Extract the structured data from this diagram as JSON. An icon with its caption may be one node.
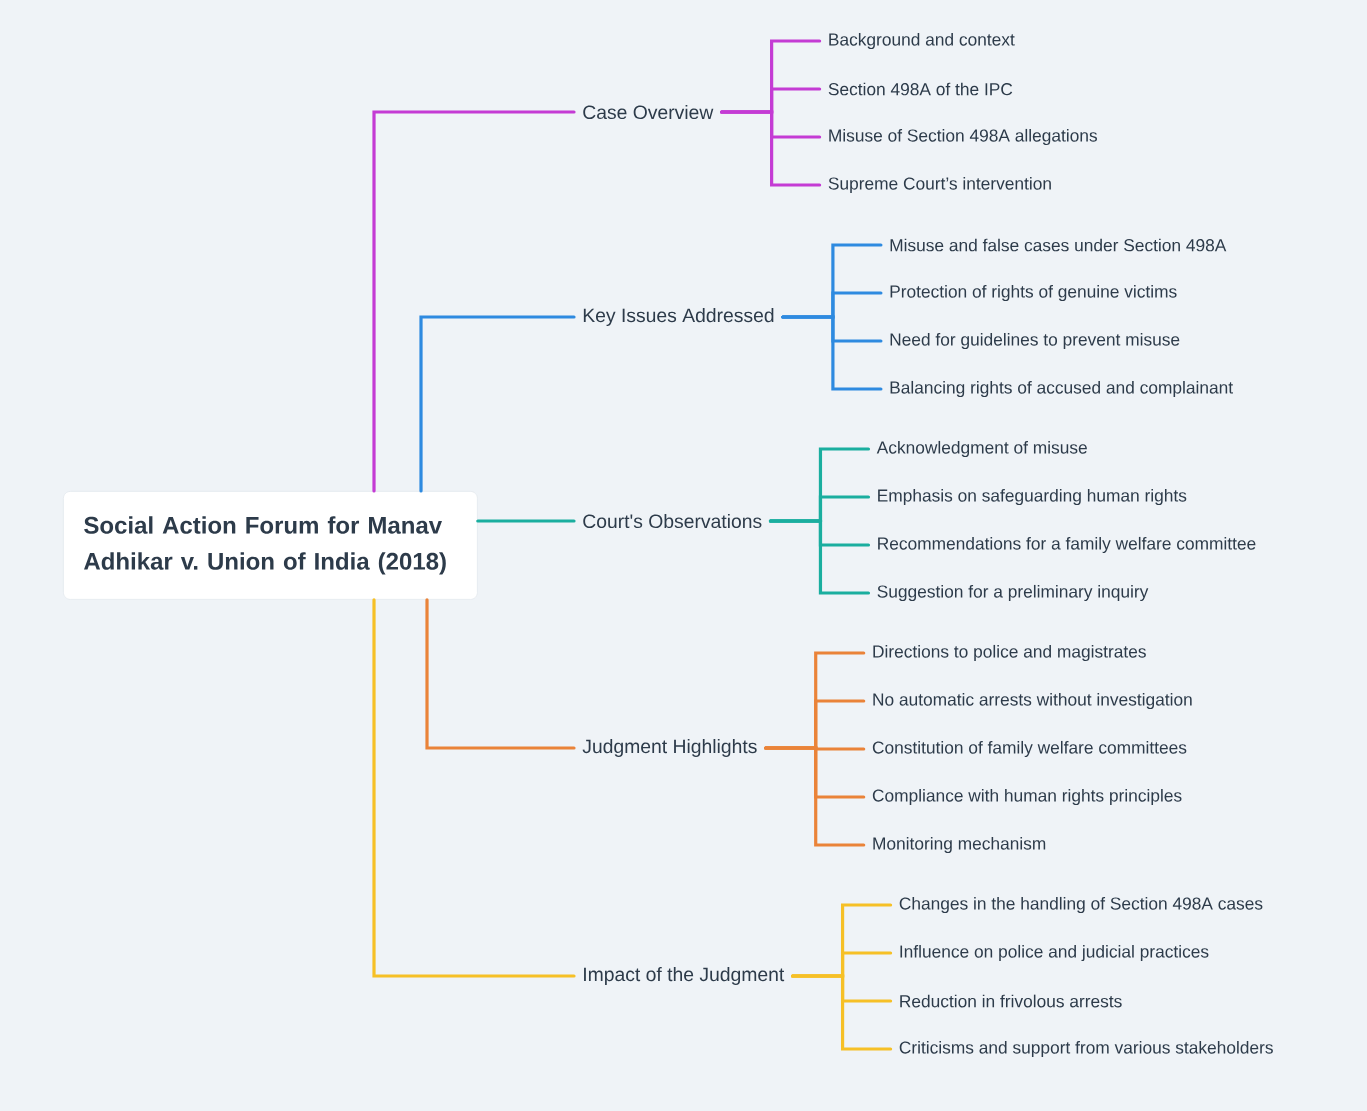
{
  "diagram": {
    "nodes": [
      {
        "text": [
          "Social Action Forum for Manav Adhikar v. Union of India (2018)"
        ]
      },
      {
        "text": [
          "Case Overview"
        ]
      },
      {
        "text": [
          "Background and context"
        ]
      },
      {
        "text": [
          "Section 498A of the IPC"
        ]
      },
      {
        "text": [
          "Misuse of Section 498A allegations"
        ]
      },
      {
        "text": [
          "Supreme Court’s intervention"
        ]
      },
      {
        "text": [
          "Key Issues Addressed"
        ]
      },
      {
        "text": [
          "Misuse and false cases under Section 498A"
        ]
      },
      {
        "text": [
          "Protection of rights of genuine victims"
        ]
      },
      {
        "text": [
          "Need for guidelines to prevent misuse"
        ]
      },
      {
        "text": [
          "Balancing rights of accused and complainant"
        ]
      },
      {
        "text": [
          "Court's Observations"
        ]
      },
      {
        "text": [
          "Acknowledgment of misuse"
        ]
      },
      {
        "text": [
          "Emphasis on safeguarding human rights"
        ]
      },
      {
        "text": [
          "Recommendations for a family welfare committee"
        ]
      },
      {
        "text": [
          "Suggestion for a preliminary inquiry"
        ]
      },
      {
        "text": [
          "Judgment Highlights"
        ]
      },
      {
        "text": [
          "Directions to police and magistrates"
        ]
      },
      {
        "text": [
          "No automatic arrests without investigation"
        ]
      },
      {
        "text": [
          "Constitution of family welfare committees"
        ]
      },
      {
        "text": [
          "Compliance with human rights principles"
        ]
      },
      {
        "text": [
          "Monitoring mechanism"
        ]
      },
      {
        "text": [
          "Impact of the Judgment"
        ]
      },
      {
        "text": [
          "Changes in the handling of Section 498A cases"
        ]
      },
      {
        "text": [
          "Influence on police and judicial practices"
        ]
      },
      {
        "text": [
          "Reduction in frivolous arrests"
        ]
      },
      {
        "text": [
          "Criticisms and support from various stakeholders"
        ]
      }
    ],
    "edges": [
      {
        "from": 0,
        "to": 1,
        "arrow": "none",
        "color": "#c43bd4"
      },
      {
        "from": 1,
        "to": 2,
        "arrow": "none",
        "color": "#c43bd4"
      },
      {
        "from": 1,
        "to": 3,
        "arrow": "none",
        "color": "#c43bd4"
      },
      {
        "from": 1,
        "to": 4,
        "arrow": "none",
        "color": "#c43bd4"
      },
      {
        "from": 1,
        "to": 5,
        "arrow": "none",
        "color": "#c43bd4"
      },
      {
        "from": 0,
        "to": 6,
        "arrow": "none",
        "color": "#2e8ae0"
      },
      {
        "from": 6,
        "to": 7,
        "arrow": "none",
        "color": "#2e8ae0"
      },
      {
        "from": 6,
        "to": 8,
        "arrow": "none",
        "color": "#2e8ae0"
      },
      {
        "from": 6,
        "to": 9,
        "arrow": "none",
        "color": "#2e8ae0"
      },
      {
        "from": 6,
        "to": 10,
        "arrow": "none",
        "color": "#2e8ae0"
      },
      {
        "from": 0,
        "to": 11,
        "arrow": "none",
        "color": "#1aae9f"
      },
      {
        "from": 11,
        "to": 12,
        "arrow": "none",
        "color": "#1aae9f"
      },
      {
        "from": 11,
        "to": 13,
        "arrow": "none",
        "color": "#1aae9f"
      },
      {
        "from": 11,
        "to": 14,
        "arrow": "none",
        "color": "#1aae9f"
      },
      {
        "from": 11,
        "to": 15,
        "arrow": "none",
        "color": "#1aae9f"
      },
      {
        "from": 0,
        "to": 16,
        "arrow": "none",
        "color": "#ea8339"
      },
      {
        "from": 16,
        "to": 17,
        "arrow": "none",
        "color": "#ea8339"
      },
      {
        "from": 16,
        "to": 18,
        "arrow": "none",
        "color": "#ea8339"
      },
      {
        "from": 16,
        "to": 19,
        "arrow": "none",
        "color": "#ea8339"
      },
      {
        "from": 16,
        "to": 20,
        "arrow": "none",
        "color": "#ea8339"
      },
      {
        "from": 16,
        "to": 21,
        "arrow": "none",
        "color": "#ea8339"
      },
      {
        "from": 0,
        "to": 22,
        "arrow": "none",
        "color": "#f6c026"
      },
      {
        "from": 22,
        "to": 23,
        "arrow": "none",
        "color": "#f6c026"
      },
      {
        "from": 22,
        "to": 24,
        "arrow": "none",
        "color": "#f6c026"
      },
      {
        "from": 22,
        "to": 25,
        "arrow": "none",
        "color": "#f6c026"
      },
      {
        "from": 22,
        "to": 26,
        "arrow": "none",
        "color": "#f6c026"
      }
    ]
  }
}
